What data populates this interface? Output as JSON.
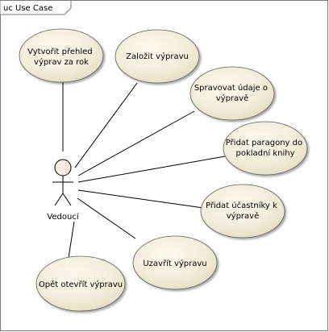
{
  "frame": {
    "label": "uc Use Case"
  },
  "actor": {
    "name": "Vedoucí"
  },
  "use_cases": [
    {
      "id": "uc1",
      "lines": [
        "Vytvořit přehled",
        "výprav za rok"
      ]
    },
    {
      "id": "uc2",
      "lines": [
        "Založit výpravu"
      ]
    },
    {
      "id": "uc3",
      "lines": [
        "Spravovat údaje o",
        "výpravě"
      ]
    },
    {
      "id": "uc4",
      "lines": [
        "Přidat paragony do",
        "pokladní knihy"
      ]
    },
    {
      "id": "uc5",
      "lines": [
        "Přidat účastníky k",
        "výpravě"
      ]
    },
    {
      "id": "uc6",
      "lines": [
        "Uzavřít výpravu"
      ]
    },
    {
      "id": "uc7",
      "lines": [
        "Opět otevřít výpravu"
      ]
    }
  ],
  "colors": {
    "ellipse_fill_light": "#fbf8ee",
    "ellipse_fill_dark": "#e8dfc5",
    "ellipse_stroke": "#5a5a5a",
    "line": "#000000"
  }
}
